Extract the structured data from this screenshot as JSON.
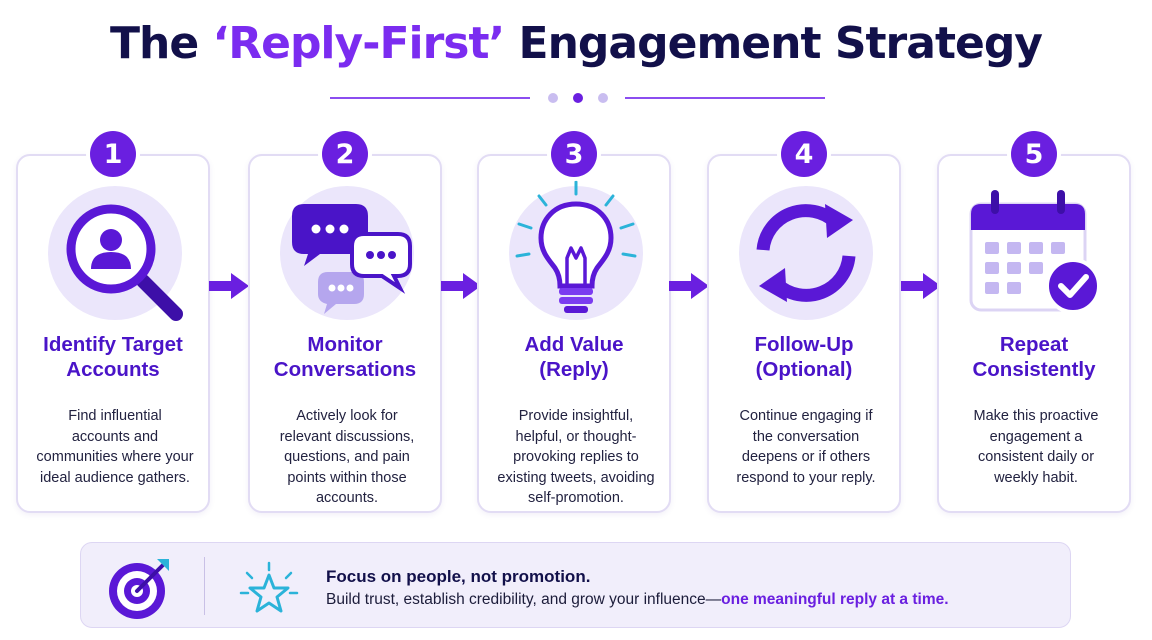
{
  "title": {
    "prefix": "The ",
    "accent": "‘Reply-First’",
    "suffix": " Engagement Strategy"
  },
  "colors": {
    "accent": "#7b2cf0",
    "badge": "#6a1fe0",
    "title_dark": "#12104a",
    "step_title": "#4a14c8",
    "icon_bg": "#ebe6fb"
  },
  "steps": [
    {
      "number": "1",
      "icon": "magnifier-user-icon",
      "title_line1": "Identify Target",
      "title_line2": "Accounts",
      "desc": [
        "Find influential",
        "accounts and",
        "communities where your",
        "ideal audience gathers."
      ]
    },
    {
      "number": "2",
      "icon": "chat-bubbles-icon",
      "title_line1": "Monitor",
      "title_line2": "Conversations",
      "desc": [
        "Actively look for",
        "relevant discussions,",
        "questions, and pain",
        "points within those",
        "accounts."
      ]
    },
    {
      "number": "3",
      "icon": "lightbulb-icon",
      "title_line1": "Add Value",
      "title_line2": "(Reply)",
      "desc": [
        "Provide insightful,",
        "helpful, or thought-",
        "provoking replies to",
        "existing tweets, avoiding",
        "self-promotion."
      ]
    },
    {
      "number": "4",
      "icon": "refresh-cycle-icon",
      "title_line1": "Follow-Up",
      "title_line2": "(Optional)",
      "desc": [
        "Continue engaging if",
        "the conversation",
        "deepens or if others",
        "respond to your reply."
      ]
    },
    {
      "number": "5",
      "icon": "calendar-check-icon",
      "title_line1": "Repeat",
      "title_line2": "Consistently",
      "desc": [
        "Make this proactive",
        "engagement a",
        "consistent daily or",
        "weekly habit."
      ]
    }
  ],
  "footer": {
    "headline": "Focus on people, not promotion.",
    "sub_plain": "Build trust, establish credibility, and grow your influence—",
    "sub_highlight": "one meaningful reply at a time."
  }
}
